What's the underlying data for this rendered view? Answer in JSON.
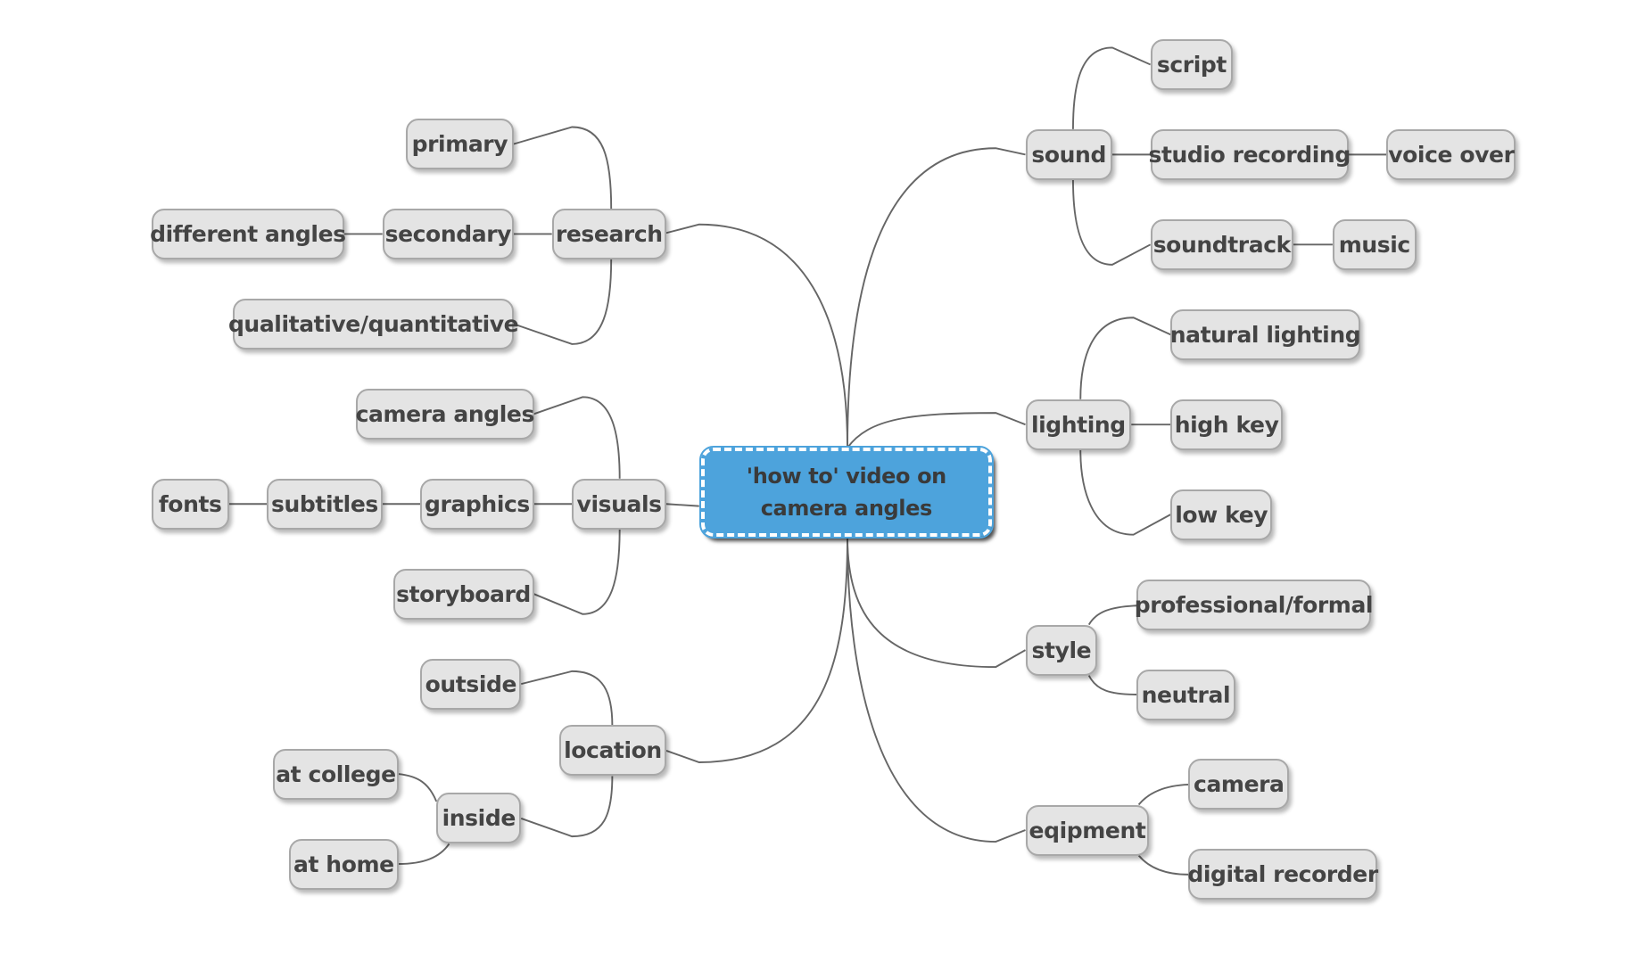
{
  "colors": {
    "center_fill": "#4da3dc",
    "node_fill": "#e4e4e4",
    "node_border": "#a8a8a8",
    "text": "#444444",
    "connector": "#666666"
  },
  "mindmap": {
    "center": "'how to' video on camera angles",
    "left_branches": [
      {
        "label": "research",
        "children": [
          {
            "label": "primary"
          },
          {
            "label": "secondary",
            "children": [
              {
                "label": "different angles"
              }
            ]
          },
          {
            "label": "qualitative/quantitative"
          }
        ]
      },
      {
        "label": "visuals",
        "children": [
          {
            "label": "camera angles"
          },
          {
            "label": "graphics",
            "children": [
              {
                "label": "subtitles",
                "children": [
                  {
                    "label": "fonts"
                  }
                ]
              }
            ]
          },
          {
            "label": "storyboard"
          }
        ]
      },
      {
        "label": "location",
        "children": [
          {
            "label": "outside"
          },
          {
            "label": "inside",
            "children": [
              {
                "label": "at college"
              },
              {
                "label": "at home"
              }
            ]
          }
        ]
      }
    ],
    "right_branches": [
      {
        "label": "sound",
        "children": [
          {
            "label": "script"
          },
          {
            "label": "studio recording",
            "children": [
              {
                "label": "voice over"
              }
            ]
          },
          {
            "label": "soundtrack",
            "children": [
              {
                "label": "music"
              }
            ]
          }
        ]
      },
      {
        "label": "lighting",
        "children": [
          {
            "label": "natural lighting"
          },
          {
            "label": "high key"
          },
          {
            "label": "low key"
          }
        ]
      },
      {
        "label": "style",
        "children": [
          {
            "label": "professional/formal"
          },
          {
            "label": "neutral"
          }
        ]
      },
      {
        "label": "eqipment",
        "children": [
          {
            "label": "camera"
          },
          {
            "label": "digital recorder"
          }
        ]
      }
    ]
  }
}
